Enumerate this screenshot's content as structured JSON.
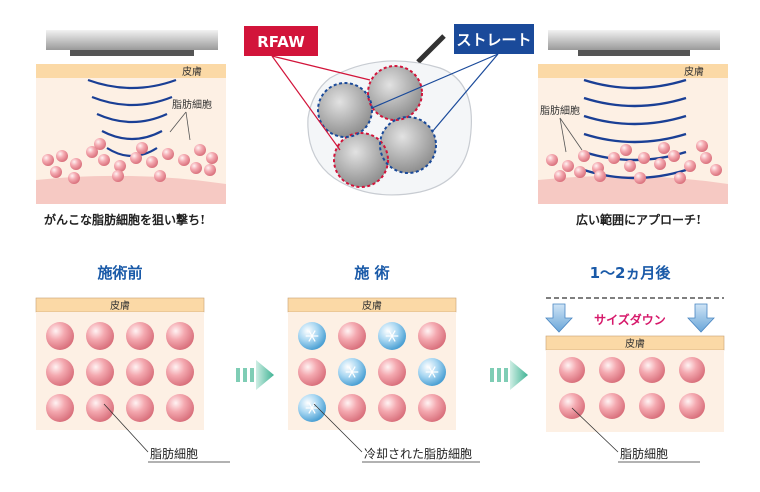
{
  "top_left": {
    "skin_label": "皮膚",
    "fat_label": "脂肪細胞",
    "caption": "がんこな脂肪細胞を狙い撃ち!"
  },
  "top_right": {
    "skin_label": "皮膚",
    "fat_label": "脂肪細胞",
    "caption": "広い範囲にアプローチ!"
  },
  "device": {
    "tag_rfaw": "RFAW",
    "tag_straight": "ストレート",
    "colors": {
      "rfaw": "#d2143a",
      "straight": "#1a4a9a"
    }
  },
  "stages": [
    {
      "title": "施術前",
      "skin_label": "皮膚",
      "fat_label": "脂肪細胞"
    },
    {
      "title": "施 術",
      "skin_label": "皮膚",
      "fat_label": "冷却された脂肪細胞"
    },
    {
      "title": "1〜2ヵ月後",
      "skin_label": "皮膚",
      "fat_label": "脂肪細胞",
      "size_down": "サイズダウン"
    }
  ]
}
